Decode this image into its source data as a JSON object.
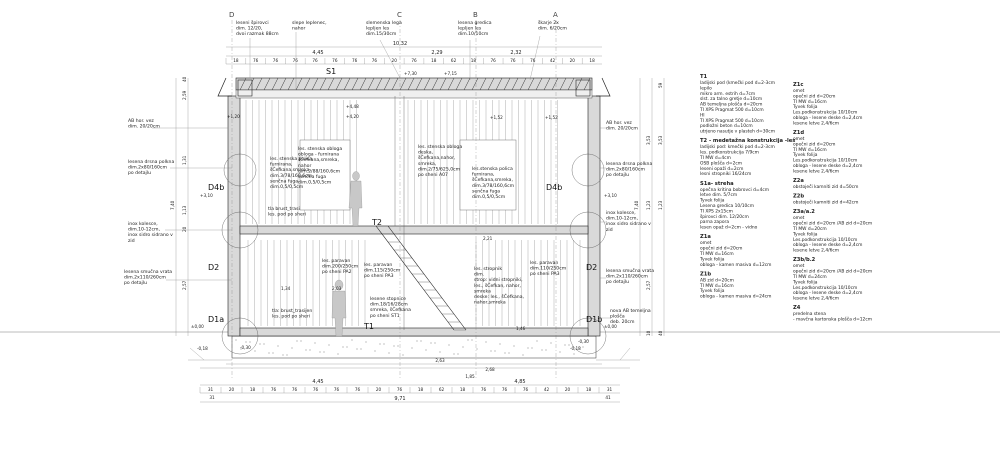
{
  "grid_axes": [
    {
      "id": "axis-d",
      "label": "D"
    },
    {
      "id": "axis-c",
      "label": "C"
    },
    {
      "id": "axis-b",
      "label": "B"
    },
    {
      "id": "axis-a",
      "label": "A"
    }
  ],
  "section_marks": {
    "s1": "S1",
    "t1": "T1",
    "t2": "T2",
    "d1a": "D1a",
    "d1b": "D1b",
    "d2_left": "D2",
    "d2_right": "D2",
    "d4b_left": "D4b",
    "d4b_right": "D4b"
  },
  "top_dims": {
    "overall": "10,32",
    "left": "4,45",
    "middle": "2,29",
    "right": "2,32"
  },
  "top_small_dims": [
    "18",
    "76",
    "76",
    "76",
    "76",
    "76",
    "76",
    "76",
    "20",
    "76",
    "18",
    "62",
    "18",
    "76",
    "76",
    "76",
    "42",
    "20",
    "18"
  ],
  "bottom_dims": {
    "overall": "9,71",
    "left": "4,45",
    "right": "4,85",
    "step1": "2,63",
    "step2": "2,68",
    "base": "1,85",
    "left_off": "31",
    "right_off": "41"
  },
  "bottom_small_dims": [
    "31",
    "20",
    "18",
    "76",
    "76",
    "76",
    "76",
    "76",
    "20",
    "76",
    "18",
    "62",
    "18",
    "76",
    "76",
    "76",
    "42",
    "20",
    "18",
    "31"
  ],
  "levels": {
    "ridge": "+7,15",
    "upper_left": "+4,48",
    "upper_mid": "+4,20",
    "floor_left": "+1,20",
    "floor_right": "+1,52",
    "floor_right2": "+1,52",
    "ground": "±0,00",
    "ground_right": "±0,00",
    "low_left": "-0,18",
    "low_right": "-0,18",
    "base_left": "-0,30",
    "base_right": "-0,30",
    "mid_left": "+3,10",
    "mid_right": "+3,10",
    "chimney": "+7,30"
  },
  "left_vert_dims": [
    "2,59",
    "1,31",
    "1,13",
    "2,57",
    "7,40",
    "20",
    "40"
  ],
  "right_vert_dims": [
    "59",
    "3,53",
    "3,53",
    "1,23",
    "1,23",
    "2,57",
    "7,40",
    "40",
    "10"
  ],
  "top_callouts": [
    {
      "id": "callout-stairs",
      "text": [
        "leseni špirovci",
        "dim. 12/20,",
        "dvoi razmak 88cm"
      ]
    },
    {
      "id": "callout-ceiling",
      "text": [
        "slepe leplenec,",
        "nahor"
      ]
    },
    {
      "id": "callout-beam",
      "text": [
        "slemenska lega",
        "lepljen les",
        "dim.15/30cm"
      ]
    },
    {
      "id": "callout-gable",
      "text": [
        "lesena gredica",
        "lepljen les",
        "dim.10/10cm"
      ]
    },
    {
      "id": "callout-ukrepi",
      "text": [
        "škarje 2x",
        "dim. 6/20cm"
      ]
    }
  ],
  "left_callouts": [
    {
      "id": "callout-ab-left",
      "text": [
        "AB hor. vez",
        "dim. 20/20cm"
      ]
    },
    {
      "id": "callout-window-left",
      "text": [
        "lesena drsna polkna",
        "dim.2x80/160cm",
        "po detajlu"
      ]
    },
    {
      "id": "callout-post-left",
      "text": [
        "inox kolesce,",
        "dim.10-12cm,",
        "inox sidro sidrano v",
        "zid"
      ]
    },
    {
      "id": "callout-door-left",
      "text": [
        "lesena smučna vrata",
        "dim.2x110/260cm",
        "po detajlu"
      ]
    }
  ],
  "right_callouts": [
    {
      "id": "callout-ab-right",
      "text": [
        "AB hor. vez",
        "dim. 20/20cm"
      ]
    },
    {
      "id": "callout-window-right",
      "text": [
        "lesena drsna polkna",
        "dim.2x80/160cm",
        "po detajlu"
      ]
    },
    {
      "id": "callout-post-right",
      "text": [
        "inox kolesce,",
        "dim.10-12cm,",
        "inox sidro sidrano v",
        "zid"
      ]
    },
    {
      "id": "callout-door-right",
      "text": [
        "lesena smučna vrata",
        "dim.2x110/260cm",
        "po detajlu"
      ]
    },
    {
      "id": "callout-slab",
      "text": [
        "nova AB temeljna",
        "plošča",
        "deb. 20cm"
      ]
    }
  ],
  "interior_notes": [
    {
      "id": "note-shelf-left",
      "text": [
        "les. stenska polica",
        "furnirana,",
        "šČefkana,smreka,",
        "dim.3/78/160,6cm",
        "senčna fuga",
        "dim.0,5/0,5cm"
      ]
    },
    {
      "id": "note-cladding-left",
      "text": [
        "les. stenska obloga",
        "obloga - furnirana",
        "šČefkana,smreka,",
        "nahor",
        "dim.2/88/160,6cm",
        "senčna fuga",
        "dim.0,5/0,5cm"
      ]
    },
    {
      "id": "note-beam-left",
      "text": [
        "tla brust_trasi",
        "les. pod po sheri"
      ]
    },
    {
      "id": "note-cladding-mid",
      "text": [
        "les. stenska obloga",
        "deska,",
        "šČefkana,nahor,",
        "smreka,",
        "dim.2/75/625,0cm",
        "po sheni A07"
      ]
    },
    {
      "id": "note-shelf-right",
      "text": [
        "les.stenska polica",
        "furnirana,",
        "šČefkana,smreka,",
        "dim.3/78/160,6cm",
        "senčna fuga",
        "dim.0,5/0,5cm"
      ]
    },
    {
      "id": "note-parquet-left",
      "text": [
        "les. paravan",
        "dim.200/250cm",
        "po sheni PA2"
      ]
    },
    {
      "id": "note-parquet-mid",
      "text": [
        "les. paravan",
        "dim.115/250cm",
        "po sheni PA3"
      ]
    },
    {
      "id": "note-parquet-right",
      "text": [
        "les. paravan",
        "dim.110/250cm",
        "po sheni PA3"
      ]
    },
    {
      "id": "note-floor-left",
      "text": [
        "tla: brust_trasijen",
        "les. pod po sheri"
      ]
    },
    {
      "id": "note-stairs",
      "text": [
        "lesene stopnice",
        "dim.18/16/28cm",
        "smreka, šČefkana",
        "po sheni ST1"
      ]
    },
    {
      "id": "note-stair-detail",
      "text": [
        "les. stropnik",
        "dim.",
        "strop: vidni stropniki,",
        "les., šČefkan, nahor,",
        "smreka",
        "deske: les., šČefkana,",
        "nahor,smreka"
      ]
    },
    {
      "id": "note-levels",
      "text": [
        "1,34",
        "2,03",
        "2,21",
        "1,46"
      ]
    }
  ],
  "legend_col1": [
    {
      "code": "T1",
      "lines": [
        "ladijski pod (kmečki pod d=2-3cm",
        "lepilo",
        "mikro arm. estrih d=7cm",
        "slst. za talno gretje d=10cm",
        "AB temeljna plošča d=20cm",
        "TI XPS Pragmat 500 d=10cm",
        "HI",
        "TI XPS Pragmat 500 d=10cm",
        "podložni beton d=10cm",
        "utrjeno nasutje v plasteh d=30cm"
      ]
    },
    {
      "code": "T2 - medetažna konstrukcija -les",
      "lines": [
        "ladijski pod: kmečki pod d=2-3cm",
        "les. podkonstrukcija 7/9cm",
        "TI MW d=4cm",
        "OSB plošča d=2cm",
        "leseni opaži d=2cm",
        "lesni stropniki 16/24cm"
      ]
    },
    {
      "code": "S1a- streha",
      "lines": [
        "opečna kritina bobrovci d=4cm",
        "letve dim. 5/7cm",
        "Tyvek folija",
        "Lesena gredica 10/10cm",
        "TI XPS 2x15cm",
        "špirovci dim. 12/20cm",
        "parna zapora",
        "lesen opaž d=2cm - vidno"
      ]
    },
    {
      "code": "Z1a",
      "lines": [
        "omet",
        "opečni zid d=20cm",
        "TI MW d=16cm",
        "Tyvek folija",
        "obloga - kamen masiva d=12cm"
      ]
    },
    {
      "code": "Z1b",
      "lines": [
        "AB zid d=20cm",
        "TI MW d=16cm",
        "Tyvek folija",
        "obloga - kamen masiva d=24cm"
      ]
    }
  ],
  "legend_col2": [
    {
      "code": "Z1c",
      "lines": [
        "omet",
        "opečni zid d=20cm",
        "TI MW d=16cm",
        "Tyvek folija",
        "Les.podkonstrukcija 10/10cm",
        "obloga - lesene deske d=2,4cm",
        "lesene letve 2,4/6cm"
      ]
    },
    {
      "code": "Z1d",
      "lines": [
        "omet",
        "opečni zid d=20cm",
        "TI MW d=16cm",
        "Tyvek folija",
        "Les.podkonstrukcija 10/10cm",
        "obloga - lesene deske d=2,4cm",
        "lesene letve 2,4/6cm"
      ]
    },
    {
      "code": "Z2a",
      "lines": [
        "obstoječi kamniti zid d=50cm"
      ]
    },
    {
      "code": "Z2b",
      "lines": [
        "obstoječi kamniti zid d=42cm"
      ]
    },
    {
      "code": "Z3a/a.2",
      "lines": [
        "omet",
        "opečni zid d=20cm /AB zid d=20cm",
        "TI MW d=20cm",
        "Tyvek folija",
        "Les.podkonstrukcija 10/10cm",
        "obloga - lesene deske d=2,4cm",
        "lesene letve 2,4/6cm"
      ]
    },
    {
      "code": "Z3b/b.2",
      "lines": [
        "omet",
        "opečni zid d=20cm /AB zid d=20cm",
        "TI MW d=24cm",
        "Tyvek folija",
        "Les.podkonstrukcija 10/10cm",
        "obloga - lesene deske d=2,4cm",
        "lesene letve 2,4/6cm"
      ]
    },
    {
      "code": "Z4",
      "lines": [
        "predelna stena",
        "- mavčna kartonska plošča d=12cm"
      ]
    }
  ]
}
